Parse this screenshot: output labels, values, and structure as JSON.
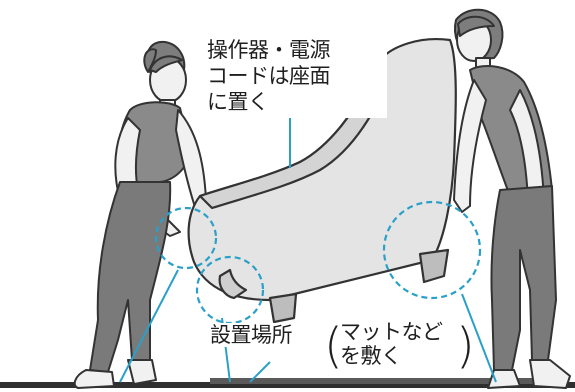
{
  "labels": {
    "instruction_line1": "操作器・電源",
    "instruction_line2": "コードは座面",
    "instruction_line3": "に置く",
    "placement_main": "設置場所",
    "placement_paren_open": "(",
    "placement_note_line1": "マットなど",
    "placement_note_line2": "を敷く",
    "placement_paren_close": ")"
  },
  "colors": {
    "line_art": "#333333",
    "skin": "#f1f1f1",
    "shirt": "#8a8a8a",
    "pants": "#7a7a7a",
    "chair": "#e4e4e4",
    "callout": "#2aa0c8"
  },
  "icons": [
    "person-left-figure",
    "person-right-figure",
    "massage-chair",
    "floor-mat",
    "callout-circle"
  ]
}
